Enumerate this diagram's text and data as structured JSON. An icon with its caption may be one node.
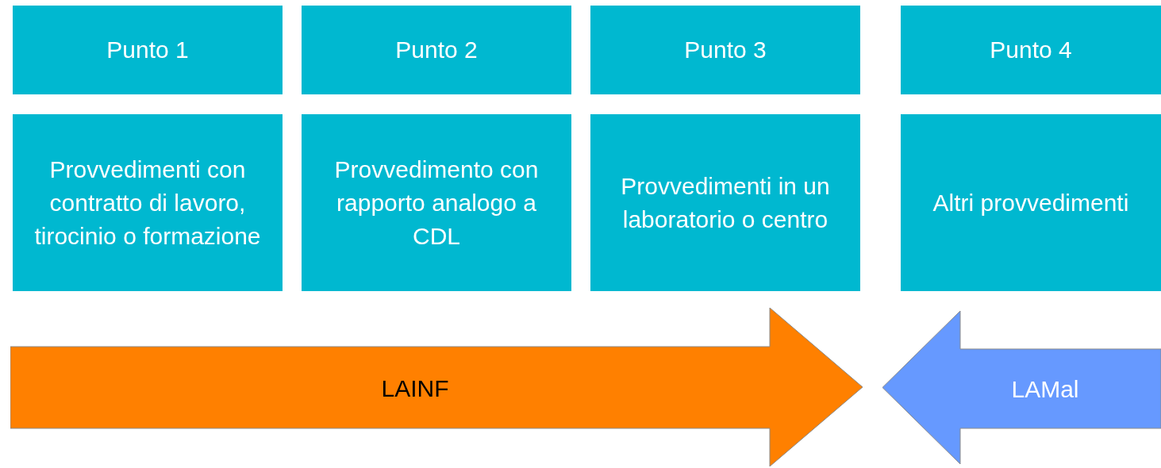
{
  "diagram": {
    "nodes": [
      {
        "text": [
          "Punto 1"
        ]
      },
      {
        "text": [
          "Punto 2"
        ]
      },
      {
        "text": [
          "Punto 3"
        ]
      },
      {
        "text": [
          "Punto 4"
        ]
      },
      {
        "text": [
          "Provvedimenti con contratto di lavoro, tirocinio o formazione"
        ]
      },
      {
        "text": [
          "Provvedimento con rapporto analogo a CDL"
        ]
      },
      {
        "text": [
          "Provvedimenti in un laboratorio o centro"
        ]
      },
      {
        "text": [
          "Altri provvedimenti"
        ]
      },
      {
        "text": [
          "LAINF"
        ]
      },
      {
        "text": [
          "LAMal"
        ]
      }
    ],
    "edges": []
  }
}
